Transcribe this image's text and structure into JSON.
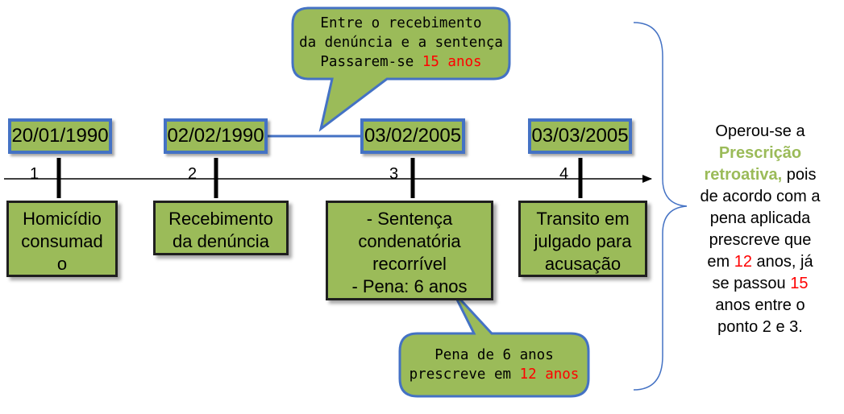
{
  "dates": [
    "20/01/1990",
    "02/02/1990",
    "03/02/2005",
    "03/03/2005"
  ],
  "numbers": [
    "1",
    "2",
    "3",
    "4"
  ],
  "events": [
    [
      "Homicídio",
      "consumad",
      "o"
    ],
    [
      "Recebimento",
      "da denúncia"
    ],
    [
      "- Sentença",
      "condenatória",
      "recorrível",
      "- Pena: 6 anos"
    ],
    [
      "Transito em",
      "julgado para",
      "acusação"
    ]
  ],
  "callout_top": {
    "line1": "Entre o recebimento",
    "line2": "da denúncia e a sentença",
    "line3_prefix": "Passarem-se ",
    "line3_highlight": "15 anos"
  },
  "callout_bottom": {
    "line1": "Pena de 6 anos",
    "line2_prefix": "prescreve em ",
    "line2_highlight": "12 anos"
  },
  "conclusion": {
    "p1": "Operou-se a",
    "p2": "Prescrição",
    "p3": "retroativa,",
    "p4": " pois",
    "p5": "de acordo com a",
    "p6": "pena aplicada",
    "p7": "prescreve que",
    "p8": "em ",
    "p9": "12",
    "p10": " anos, já",
    "p11": "se passou ",
    "p12": "15",
    "p13": "anos entre o",
    "p14": "ponto 2 e 3."
  },
  "colors": {
    "box_fill": "#9bbb59",
    "box_border": "#4472c4",
    "highlight": "#ff0000",
    "brace": "#4472c4"
  }
}
